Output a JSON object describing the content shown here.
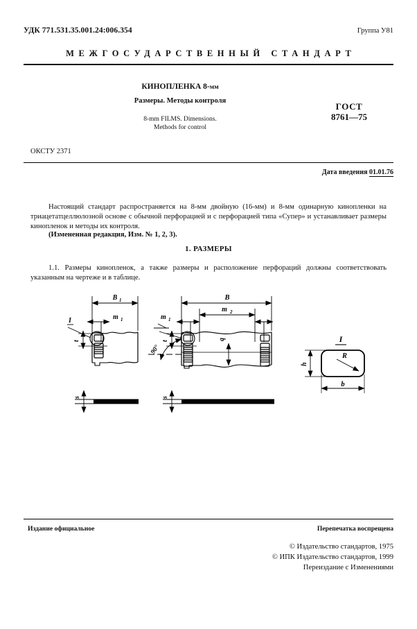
{
  "header": {
    "udk": "УДК 771.531.35.001.24:006.354",
    "group": "Группа У81",
    "standard_word": "МЕЖГОСУДАРСТВЕННЫЙ СТАНДАРТ"
  },
  "title": {
    "main": "КИНОПЛЕНКА 8-",
    "main_unit": "мм",
    "sub": "Размеры. Методы контроля",
    "en_line1": "8-mm FILMS. Dimensions.",
    "en_line2": "Methods for control",
    "gost_word": "ГОСТ",
    "gost_number": "8761—75"
  },
  "meta": {
    "oksty": "ОКСТУ 2371",
    "date_label": "Дата введения",
    "date_value": "01.01.76"
  },
  "body": {
    "paragraph1": "Настоящий стандарт распространяется на 8-мм двойную (16-мм) и 8-мм одинарную кинопленки на триацетатцеллюлозной основе с обычной перфорацией и с перфорацией типа «Супер» и устанавливает размеры кинопленок и методы их контроля.",
    "paragraph2": "(Измененная редакция, Изм. № 1, 2, 3).",
    "section_heading": "1. РАЗМЕРЫ",
    "paragraph3": "1.1.  Размеры кинопленок, а также размеры и расположение перфораций должны соответствовать указанным на чертеже и в таблице."
  },
  "drawing": {
    "labels": {
      "b1": "B1",
      "b": "B",
      "m1": "m1",
      "m1_right": "m1",
      "m2": "m2",
      "t_left": "t",
      "t_right": "t",
      "s_left": "s",
      "s_right": "s",
      "q": "q",
      "angle": "90°",
      "detail_mark_left": "I",
      "detail_mark_right": "I",
      "detail_title": "I",
      "h": "h",
      "r": "R",
      "b_small": "b"
    }
  },
  "footer": {
    "left": "Издание официальное",
    "right": "Перепечатка воспрещена",
    "copyright1": "© Издательство стандартов, 1975",
    "copyright2": "© ИПК Издательство стандартов, 1999",
    "copyright3": "Переиздание с Изменениями"
  }
}
